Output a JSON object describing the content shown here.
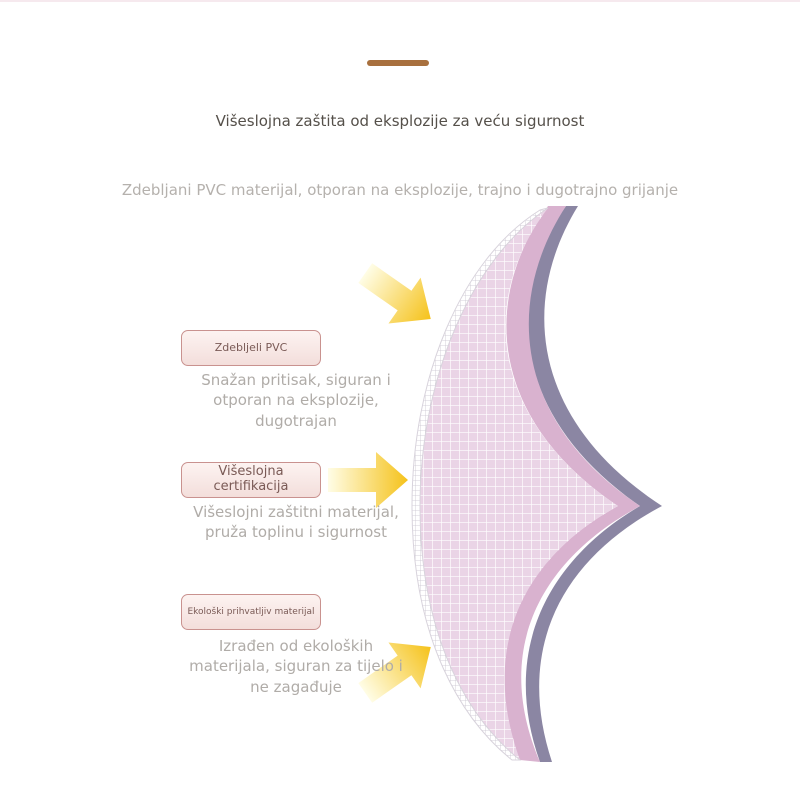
{
  "header": {
    "title": "Višeslojna zaštita od eksplozije za veću sigurnost",
    "subtitle": "Zdebljani PVC materijal, otporan na eksplozije, trajno i dugotrajno grijanje"
  },
  "features": [
    {
      "label": "Zdebljeli PVC",
      "description": "Snažan pritisak, siguran i otporan na eksplozije, dugotrajan"
    },
    {
      "label": "Višeslojna certifikacija",
      "description": "Višeslojni zaštitni materijal, pruža toplinu i sigurnost"
    },
    {
      "label": "Ekološki prihvatljiv materijal",
      "description": "Izrađen od ekoloških materijala, siguran za tijelo i ne zagađuje"
    }
  ],
  "colors": {
    "accent_bar": "#a8703e",
    "arrow_start": "#fffde6",
    "arrow_end": "#f5c21a",
    "layer_mesh": "#ead4e6",
    "layer_pink": "#d9b2cf",
    "layer_purple": "#8b86a3"
  },
  "icons": [
    "arrow-right-icon"
  ]
}
